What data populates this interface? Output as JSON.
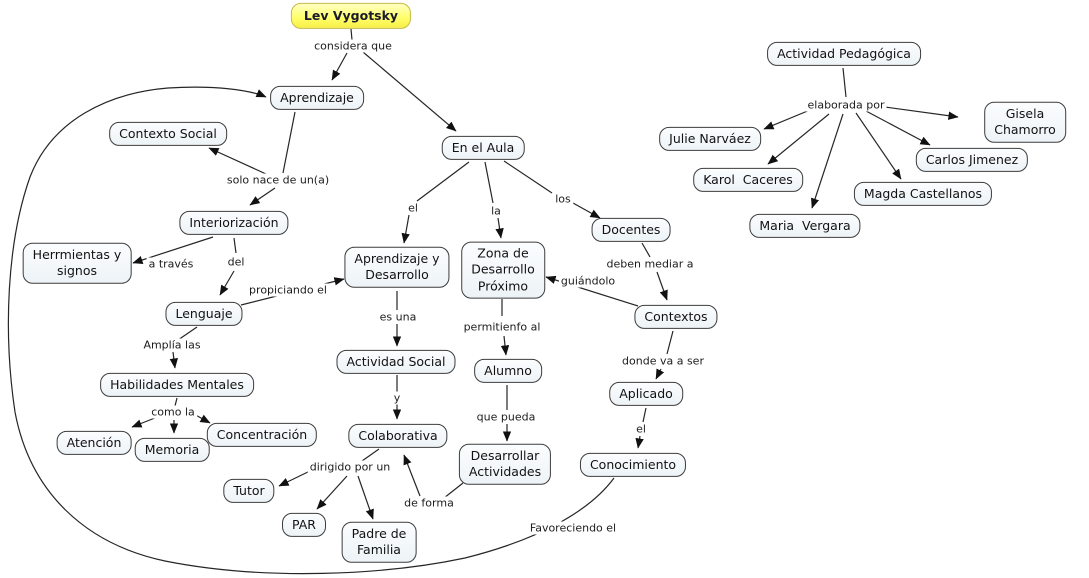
{
  "diagram": {
    "title": "Lev Vygotsky",
    "nodes": {
      "lev_vygotsky": "Lev Vygotsky",
      "aprendizaje": "Aprendizaje",
      "contexto_social": "Contexto Social",
      "interiorizacion": "Interiorización",
      "herramientas_signos": "Herrmientas y\nsignos",
      "lenguaje": "Lenguaje",
      "aprendizaje_desarrollo": "Aprendizaje y\nDesarrollo",
      "actividad_social": "Actividad Social",
      "colaborativa": "Colaborativa",
      "habilidades_mentales": "Habilidades Mentales",
      "atencion": "Atención",
      "memoria": "Memoria",
      "concentracion": "Concentración",
      "tutor": "Tutor",
      "par": "PAR",
      "padre_familia": "Padre de\nFamilia",
      "en_el_aula": "En el Aula",
      "zona_desarrollo_proximo": "Zona de\nDesarrollo\nPróximo",
      "alumno": "Alumno",
      "desarrollar_actividades": "Desarrollar\nActividades",
      "docentes": "Docentes",
      "contextos": "Contextos",
      "aplicado": "Aplicado",
      "conocimiento": "Conocimiento",
      "actividad_pedagogica": "Actividad Pedagógica",
      "julie_narvaez": "Julie Narváez",
      "karol_caceres": "Karol  Caceres",
      "maria_vergara": "Maria  Vergara",
      "magda_castellanos": "Magda Castellanos",
      "carlos_jimenez": "Carlos Jimenez",
      "gisela_chamorro": "Gisela Chamorro"
    },
    "labels": {
      "considera_que": "considera que",
      "solo_nace": "solo nace de un(a)",
      "a_traves": "a través",
      "del": "del",
      "propiciando_el": "propiciando el",
      "es_una": "es una",
      "amplia_las": "Amplía las",
      "como_la": "como la",
      "el_1": "el",
      "la_1": "la",
      "los_1": "los",
      "permitienfo_al": "permitienfo al",
      "que_pueda": "que pueda",
      "y_1": "y",
      "dirigido_por_un": "dirigido por un",
      "de_forma": "de forma",
      "deben_mediar_a": "deben mediar a",
      "guiandolo": "guiándolo",
      "donde_va_a_ser": "donde va a ser",
      "el_2": "el",
      "favoreciendo_el": "Favoreciendo el",
      "elaborada_por": "elaborada por"
    },
    "colors": {
      "node_fill": "#edf3f7",
      "node_border": "#3c3c3c",
      "root_fill": "#ffff6e",
      "root_border": "#c4ba45",
      "line": "#262626",
      "background": "#ffffff"
    }
  }
}
